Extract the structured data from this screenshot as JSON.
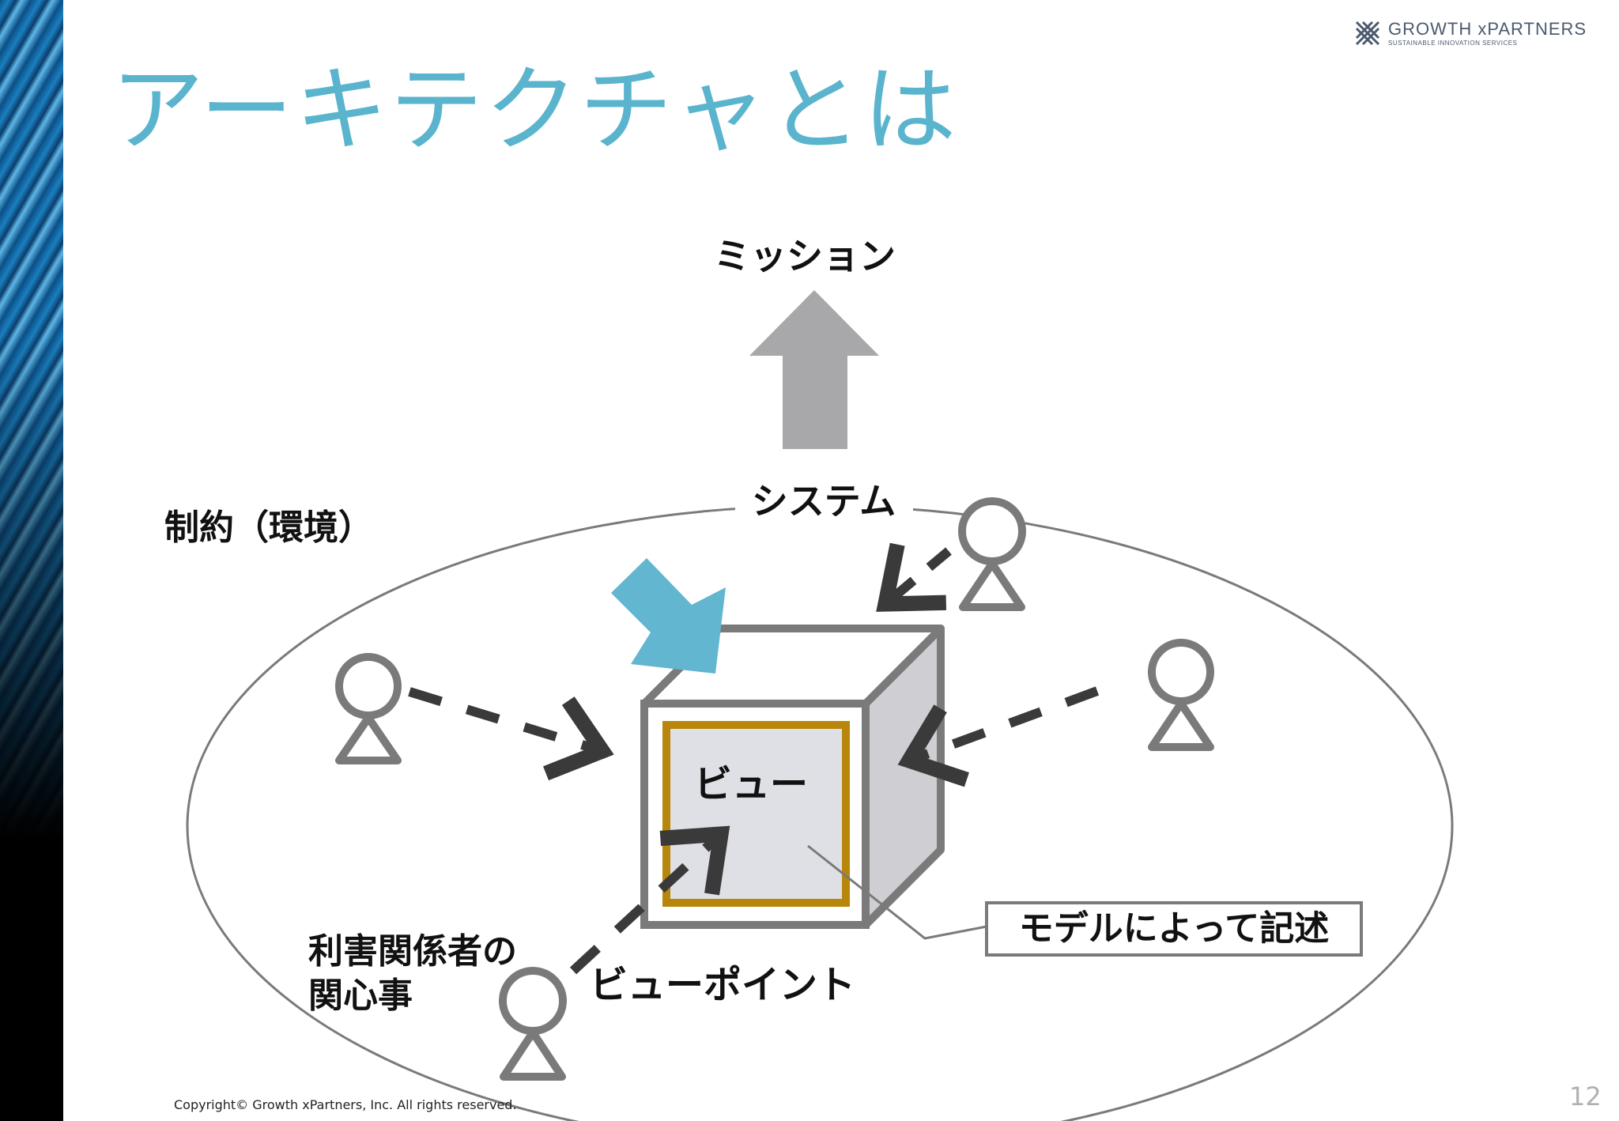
{
  "slide": {
    "title": "アーキテクチャとは",
    "page_number": "12",
    "copyright": "Copyright© Growth xPartners, Inc. All rights reserved.",
    "logo": {
      "name": "GROWTH xPARTNERS",
      "tagline": "SUSTAINABLE INNOVATION SERVICES",
      "icon": "crosshatch-logo-icon"
    }
  },
  "diagram": {
    "mission": "ミッション",
    "system": "システム",
    "constraints": "制約（環境）",
    "view": "ビュー",
    "viewpoint": "ビューポイント",
    "model_note": "モデルによって記述",
    "concern_line1": "利害関係者の",
    "concern_line2": "関心事"
  },
  "colors": {
    "title": "#5ab4cd",
    "accent_arrow": "#62b6d0",
    "view_frame": "#b8860b",
    "stroke": "#7a7a7a",
    "mission_arrow": "#a8a8aa"
  }
}
